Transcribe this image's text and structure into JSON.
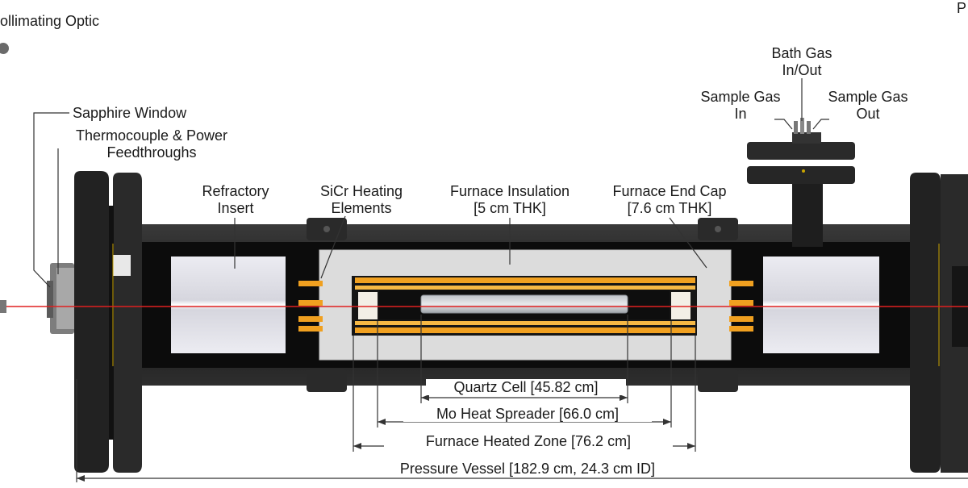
{
  "labels": {
    "collimating_optic": "ollimating Optic",
    "top_right_fragment": "P",
    "sapphire_window": "Sapphire Window",
    "thermocouple_line1": "Thermocouple & Power",
    "thermocouple_line2": "Feedthroughs",
    "refractory_line1": "Refractory",
    "refractory_line2": "Insert",
    "sicr_line1": "SiCr Heating",
    "sicr_line2": "Elements",
    "insulation_line1": "Furnace Insulation",
    "insulation_line2": "[5 cm THK]",
    "endcap_line1": "Furnace End Cap",
    "endcap_line2": "[7.6 cm THK]",
    "bath_gas_line1": "Bath Gas",
    "bath_gas_line2": "In/Out",
    "sample_in_line1": "Sample Gas",
    "sample_in_line2": "In",
    "sample_out_line1": "Sample Gas",
    "sample_out_line2": "Out"
  },
  "dimensions": {
    "quartz_cell": "Quartz Cell [45.82 cm]",
    "mo_heat_spreader": "Mo Heat Spreader [66.0 cm]",
    "furnace_heated_zone": "Furnace Heated Zone [76.2 cm]",
    "pressure_vessel": "Pressure Vessel [182.9 cm, 24.3 cm ID]"
  },
  "colors": {
    "vessel": "#1e1e1e",
    "insulation": "#d9d9d9",
    "refractory": "#e6e6ec",
    "heating_element": "#f0a020",
    "laser": "#e02020",
    "leader": "#333333"
  }
}
